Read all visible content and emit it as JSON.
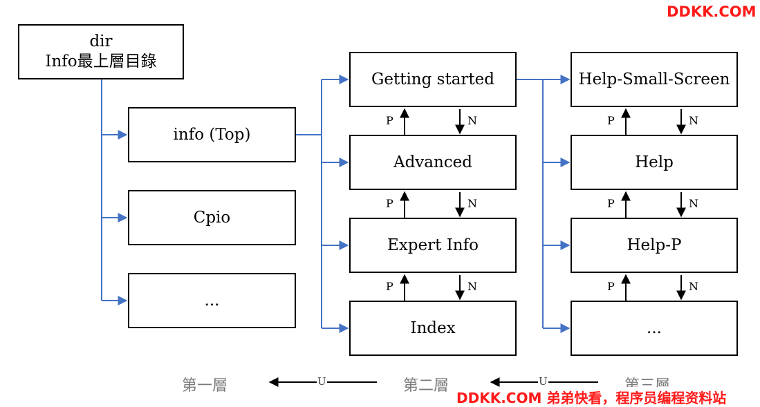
{
  "watermark_top": "DDKK.COM",
  "watermark_bottom": "DDKK.COM 弟弟快看，程序员编程资料站",
  "dir_box": {
    "line1": "dir",
    "line2": "Info最上層目錄"
  },
  "level1": [
    "info (Top)",
    "Cpio",
    "..."
  ],
  "level2": [
    "Getting started",
    "Advanced",
    "Expert Info",
    "Index"
  ],
  "level3": [
    "Help-Small-Screen",
    "Help",
    "Help-P",
    "..."
  ],
  "link_labels": {
    "prev": "P",
    "next": "N",
    "up": "U"
  },
  "levels": {
    "first": "第一層",
    "second": "第二層",
    "third": "第三層"
  },
  "colors": {
    "tree_line": "#4472c4",
    "watermark": "#ff1a1a"
  }
}
